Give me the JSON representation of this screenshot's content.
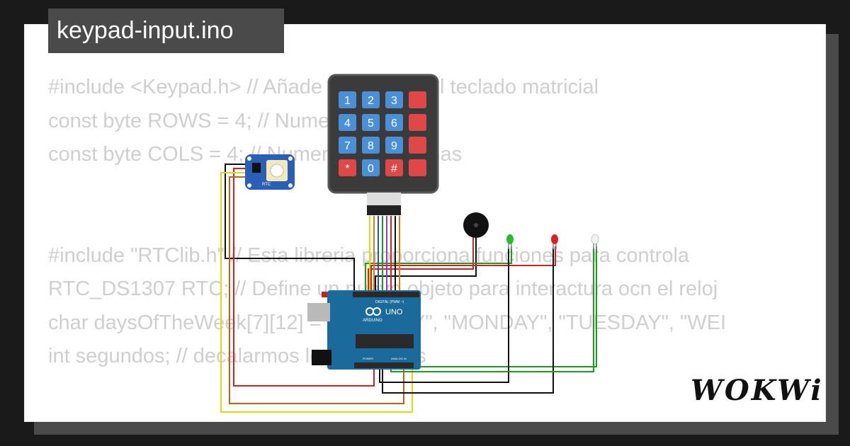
{
  "title": "keypad-input.ino",
  "code_lines": [
    "#include <Keypad.h> // Añade la libreria del teclado matricial",
    "const byte ROWS = 4; // Numero de filas",
    "const byte COLS = 4; // Numero de columnas",
    "",
    "",
    "#include \"RTClib.h\" // Esta libreria proporciona funciones para controla",
    "RTC_DS1307 RTC; // Define un nuevo objeto para interactura ocn el reloj",
    "char daysOfTheWeek[7][12] = {\"SUNDAY\", \"MONDAY\", \"TUESDAY\", \"WEI",
    "int segundos; // decalarmos los segundos"
  ],
  "keypad": {
    "keys": [
      [
        "1",
        "2",
        "3",
        ""
      ],
      [
        "4",
        "5",
        "6",
        ""
      ],
      [
        "7",
        "8",
        "9",
        ""
      ],
      [
        "*",
        "0",
        "#",
        ""
      ]
    ]
  },
  "arduino": {
    "brand": "UNO",
    "sub": "ARDUINO",
    "digital_label": "DIGITAL (PWM ~)",
    "power_label": "POWER",
    "analog_label": "ANALOG IN"
  },
  "rtc": {
    "label": "RTC"
  },
  "logo": "WOKWi",
  "colors": {
    "background": "#1a1a1a",
    "card": "#ffffff",
    "tab": "#4a4a4a",
    "code_text": "#cfcfcf",
    "arduino_board": "#1b6a9c",
    "keypad_body": "#3b3b3b",
    "key_blue": "#4a90d9",
    "key_red": "#e04848",
    "wire_red": "#d32020",
    "wire_yellow": "#e8d800",
    "wire_green": "#18a018",
    "wire_black": "#111111",
    "wire_orange": "#e07a10",
    "wire_blue": "#2050d0",
    "wire_purple": "#9040c0"
  }
}
